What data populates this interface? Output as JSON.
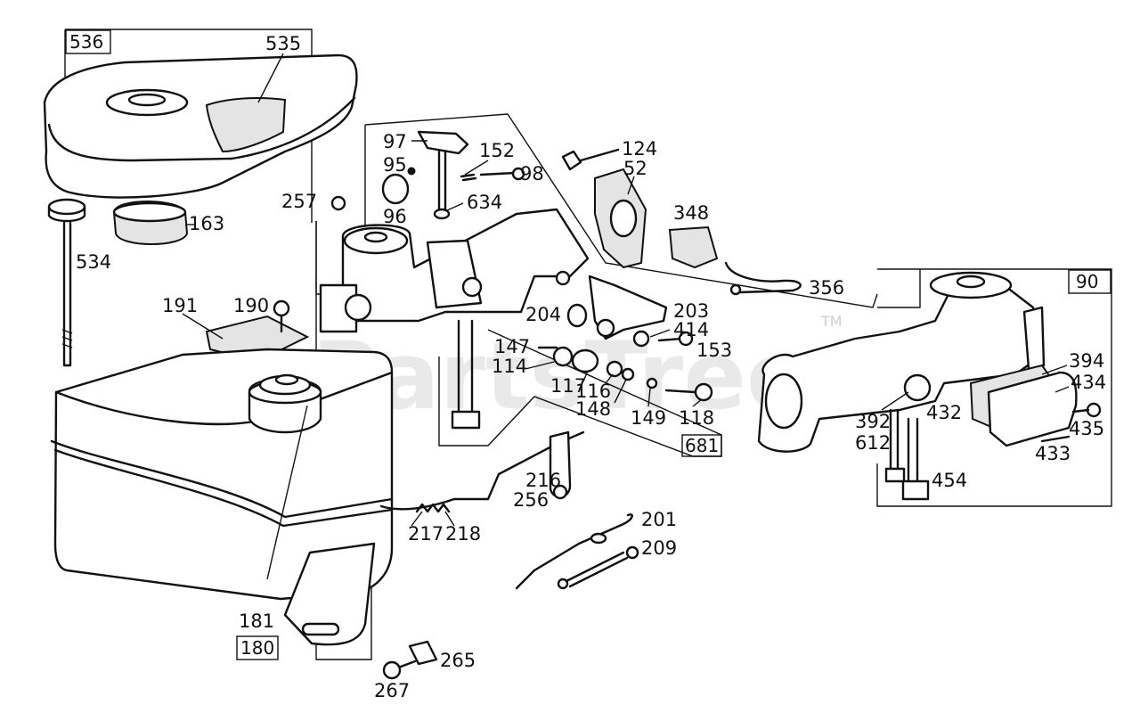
{
  "watermark": "PartsTree",
  "trademark": "TM",
  "box_labels": {
    "tank_box": "180",
    "cap_box": "536",
    "carb_box": "681",
    "carb_assy_box": "90"
  },
  "part_labels": {
    "p535": "535",
    "p163": "163",
    "p534": "534",
    "p191": "191",
    "p190": "190",
    "p181": "181",
    "p257": "257",
    "p97": "97",
    "p95": "95",
    "p96": "96",
    "p152": "152",
    "p98": "98",
    "p634": "634",
    "p124": "124",
    "p52": "52",
    "p348": "348",
    "p356": "356",
    "p204": "204",
    "p203": "203",
    "p414": "414",
    "p147": "147",
    "p153": "153",
    "p114": "114",
    "p117": "117",
    "p116": "116",
    "p148": "148",
    "p149": "149",
    "p118": "118",
    "p394": "394",
    "p434": "434",
    "p392": "392",
    "p432": "432",
    "p435": "435",
    "p612": "612",
    "p433": "433",
    "p454": "454",
    "p216": "216",
    "p256": "256",
    "p217": "217",
    "p218": "218",
    "p201": "201",
    "p209": "209",
    "p265": "265",
    "p267": "267"
  }
}
